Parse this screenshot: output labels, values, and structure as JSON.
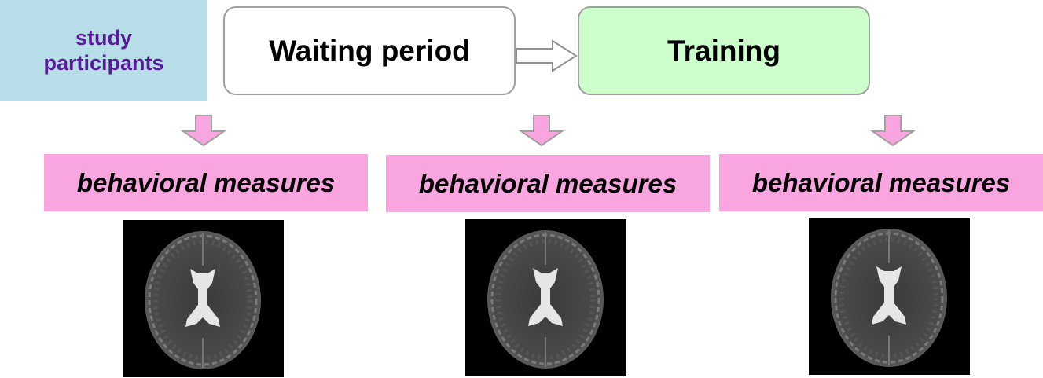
{
  "participants": {
    "label": "study participants"
  },
  "phases": [
    {
      "label": "Waiting period"
    },
    {
      "label": "Training"
    }
  ],
  "measures": [
    {
      "label": "behavioral measures"
    },
    {
      "label": "behavioral measures"
    },
    {
      "label": "behavioral measures"
    }
  ],
  "colors": {
    "participants_bg": "#b7dde8",
    "participants_text": "#5a1a9c",
    "training_bg": "#ccffcc",
    "measure_bg": "#f9a6e0",
    "arrow_fill": "#f9a6e0"
  }
}
